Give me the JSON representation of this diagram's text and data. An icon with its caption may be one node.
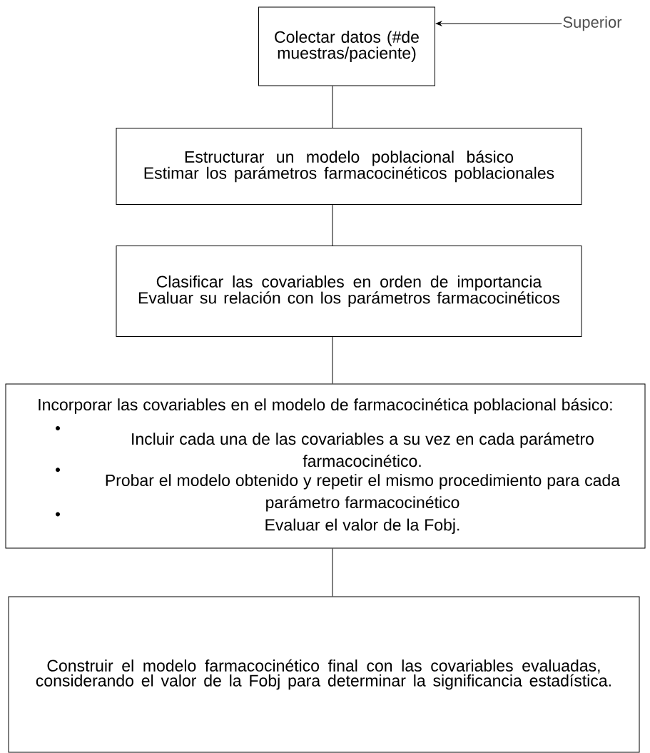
{
  "diagram": {
    "nodes": [
      {
        "text": [
          "Colectar datos (#de muestras/paciente)"
        ]
      },
      {
        "text": [
          "Superior"
        ]
      },
      {
        "text": [
          "Estructurar un modelo poblacional básico",
          "Estimar los parámetros farmacocinéticos poblacionales"
        ]
      },
      {
        "text": [
          "Clasificar las covariables en orden de importancia",
          "Evaluar su relación con los parámetros farmacocinéticos"
        ]
      },
      {
        "text": [
          "Incorporar las covariables en el modelo de farmacocinética poblacional básico:",
          "Incluir cada una de las covariables a su vez en cada parámetro farmacocinético.",
          "Probar el modelo obtenido y repetir el mismo procedimiento para cada parámetro farmacocinético",
          "Evaluar el valor de la Fobj."
        ]
      },
      {
        "text": [
          "Construir el modelo farmacocinético final con las covariables evaluadas, considerando el valor de la Fobj para determinar la significancia estadística."
        ]
      }
    ],
    "edges": [
      {
        "from": 0,
        "to": 2,
        "arrow": "none"
      },
      {
        "from": 2,
        "to": 3,
        "arrow": "none"
      },
      {
        "from": 3,
        "to": 4,
        "arrow": "none"
      },
      {
        "from": 4,
        "to": 5,
        "arrow": "none"
      },
      {
        "from": 1,
        "to": 0,
        "arrow": "to"
      }
    ]
  }
}
